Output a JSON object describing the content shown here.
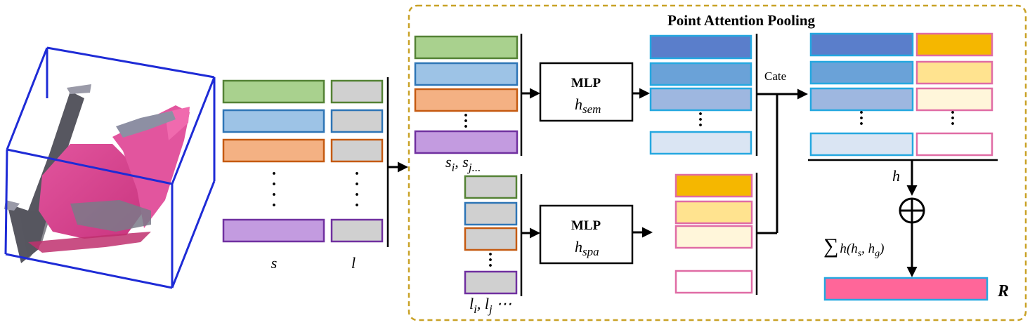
{
  "diagram": {
    "title": "Point Attention Pooling",
    "input_labels": {
      "semantic": "s",
      "location": "l"
    },
    "mlp_sem": {
      "name": "MLP",
      "sub_base": "h",
      "sub_index": "sem"
    },
    "mlp_spa": {
      "name": "MLP",
      "sub_base": "h",
      "sub_index": "spa"
    },
    "semantic_subset_label": "s",
    "semantic_subset_idx_i": "i",
    "semantic_subset_idx_j": "j...",
    "location_subset_label": "l",
    "location_subset_idx_i": "i",
    "location_subset_idx_j": "j",
    "location_subset_tail": " ⋯",
    "concat_label": "Cate",
    "h_label": "h",
    "sum_label": "∑",
    "sum_func": "h(h",
    "sum_sub_s": "s",
    "sum_mid": ", h",
    "sum_sub_g": "g",
    "sum_close": ")",
    "output_label": "R",
    "plus_symbol": "⊕"
  },
  "colors": {
    "frame": "#C9A227",
    "box_blue": "#1E2BD6",
    "green_fill": "#A9D18E",
    "green_stroke": "#548235",
    "blue_fill": "#9DC3E6",
    "blue_stroke": "#2E75B6",
    "orange_fill": "#F4B183",
    "orange_stroke": "#C55A11",
    "purple_fill": "#C39BE0",
    "purple_stroke": "#7030A0",
    "gray_fill": "#D0D0D0",
    "feat1": "#5A7ECB",
    "feat2": "#6AA2D8",
    "feat3": "#9EB7E0",
    "feat4": "#DAE5F3",
    "feat_stroke": "#25A8E0",
    "spa1": "#F5B700",
    "spa2": "#FFE38F",
    "spa3": "#FFF6DA",
    "spa4": "#FFFFFF",
    "spa_stroke": "#E06CA5",
    "output": "#FF6699"
  }
}
